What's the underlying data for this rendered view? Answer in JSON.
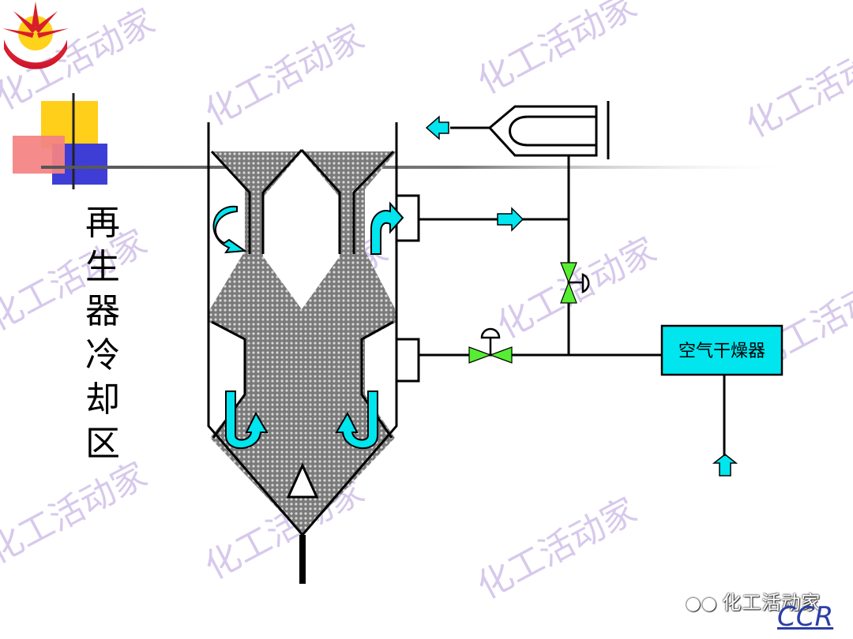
{
  "slide": {
    "title": "再生器冷却区",
    "dryer_label": "空气干燥器",
    "watermark": "化工活动家",
    "wechat_account": "化工活动家",
    "ccr_logo": "CCR"
  },
  "icons": {
    "logo": "petrochina-logo-icon",
    "bullet": "decorative-squares-icon",
    "wechat": "wechat-icon"
  },
  "colors": {
    "accent": "#00e5ee",
    "valve": "#55ee33",
    "watermark": "#c9b7e6",
    "hatch": "#6f6f6f",
    "line": "#000000"
  }
}
